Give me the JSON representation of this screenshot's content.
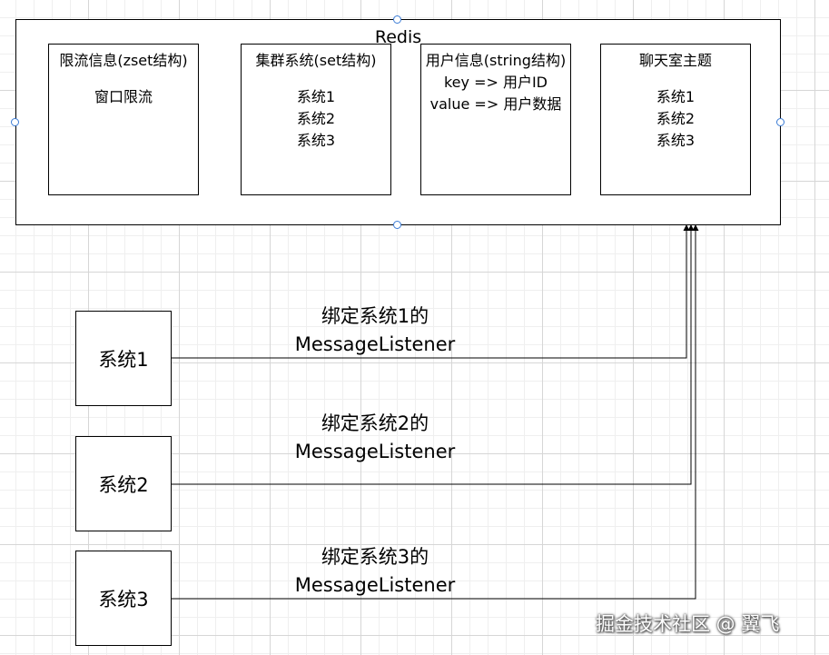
{
  "redis": {
    "title": "Redis",
    "sections": [
      {
        "title": "限流信息(zset结构)",
        "lines": [
          "窗口限流"
        ]
      },
      {
        "title": "集群系统(set结构)",
        "lines": [
          "系统1",
          "系统2",
          "系统3"
        ]
      },
      {
        "title": "用户信息(string结构)",
        "lines": [
          "key => 用户ID",
          "value => 用户数据"
        ]
      },
      {
        "title": "聊天室主题",
        "lines": [
          "系统1",
          "系统2",
          "系统3"
        ]
      }
    ]
  },
  "systems": [
    {
      "label": "系统1",
      "binding_line1": "绑定系统1的",
      "binding_line2": "MessageListener"
    },
    {
      "label": "系统2",
      "binding_line1": "绑定系统2的",
      "binding_line2": "MessageListener"
    },
    {
      "label": "系统3",
      "binding_line1": "绑定系统3的",
      "binding_line2": "MessageListener"
    }
  ],
  "watermark": "掘金技术社区 @ 翼飞",
  "colors": {
    "line": "#000000",
    "handle": "#3a7bd5",
    "grid": "#d6d6d6"
  }
}
